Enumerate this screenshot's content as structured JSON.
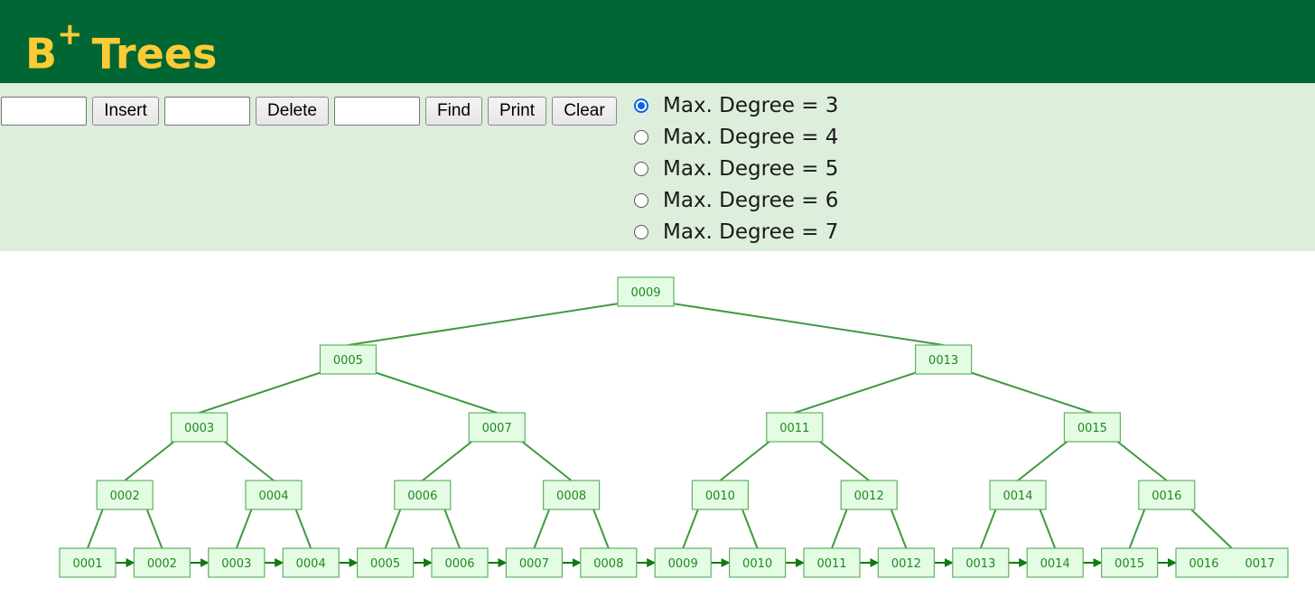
{
  "header": {
    "title": "B",
    "title_sup": "+",
    "title_rest": "Trees"
  },
  "toolbar": {
    "insert_value": "",
    "insert_label": "Insert",
    "delete_value": "",
    "delete_label": "Delete",
    "find_value": "",
    "find_label": "Find",
    "print_label": "Print",
    "clear_label": "Clear"
  },
  "degree_options": [
    {
      "label": "Max. Degree = 3",
      "checked": true
    },
    {
      "label": "Max. Degree = 4",
      "checked": false
    },
    {
      "label": "Max. Degree = 5",
      "checked": false
    },
    {
      "label": "Max. Degree = 6",
      "checked": false
    },
    {
      "label": "Max. Degree = 7",
      "checked": false
    }
  ],
  "tree": {
    "levels": [
      [
        [
          "0009"
        ]
      ],
      [
        [
          "0005"
        ],
        [
          "0013"
        ]
      ],
      [
        [
          "0003"
        ],
        [
          "0007"
        ],
        [
          "0011"
        ],
        [
          "0015"
        ]
      ],
      [
        [
          "0002"
        ],
        [
          "0004"
        ],
        [
          "0006"
        ],
        [
          "0008"
        ],
        [
          "0010"
        ],
        [
          "0012"
        ],
        [
          "0014"
        ],
        [
          "0016"
        ]
      ],
      [
        [
          "0001"
        ],
        [
          "0002"
        ],
        [
          "0003"
        ],
        [
          "0004"
        ],
        [
          "0005"
        ],
        [
          "0006"
        ],
        [
          "0007"
        ],
        [
          "0008"
        ],
        [
          "0009"
        ],
        [
          "0010"
        ],
        [
          "0011"
        ],
        [
          "0012"
        ],
        [
          "0013"
        ],
        [
          "0014"
        ],
        [
          "0015"
        ],
        [
          "0016",
          "0017"
        ]
      ]
    ]
  },
  "colors": {
    "header_bg": "#006633",
    "title": "#fccb35",
    "controls_bg": "#ddeedd",
    "node_fill": "#e4fbe4",
    "node_stroke": "#5fb35f",
    "node_text": "#1f8a1f",
    "leaf_link": "#117a11"
  }
}
